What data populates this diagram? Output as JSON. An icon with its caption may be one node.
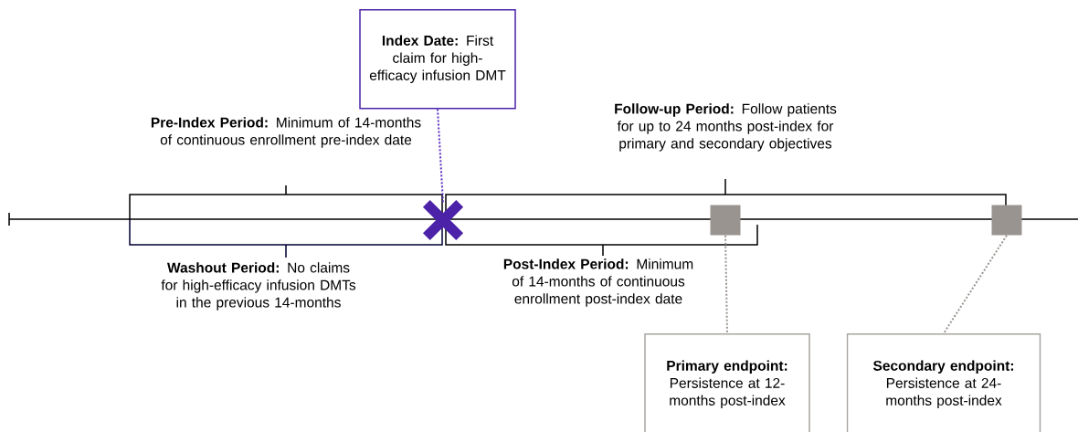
{
  "diagram": {
    "nodes": [
      {
        "text": [
          "**Index Date:** First claim for high-efficacy infusion DMT"
        ]
      },
      {
        "text": [],
        "shape": "cross"
      },
      {
        "text": [],
        "shape": "box"
      },
      {
        "text": [],
        "shape": "box"
      },
      {
        "text": [
          "Primary endpoint:",
          "Persistence at 12-months post-index"
        ]
      },
      {
        "text": [
          "Secondary endpoint:",
          "Persistence at 24-months post-index"
        ]
      }
    ],
    "edges": [
      {
        "from": 0,
        "to": 1,
        "arrow": "none",
        "style": "dashed",
        "color": "#5b2fc0"
      },
      {
        "from": 2,
        "to": 4,
        "arrow": "none",
        "style": "dashed"
      },
      {
        "from": 3,
        "to": 5,
        "arrow": "none",
        "style": "dashed"
      }
    ],
    "labels": [
      "**Pre-Index Period:** Minimum of 14-months of continuous enrollment pre-index date",
      "**Follow-up Period:** Follow patients for up to 24 months post-index for primary and secondary objectives",
      "**Washout Period:** No claims for high-efficacy infusion DMTs in the previous 14-months",
      "**Post-Index Period:** Minimum of 14-months of continuous enrollment post-index date"
    ]
  }
}
